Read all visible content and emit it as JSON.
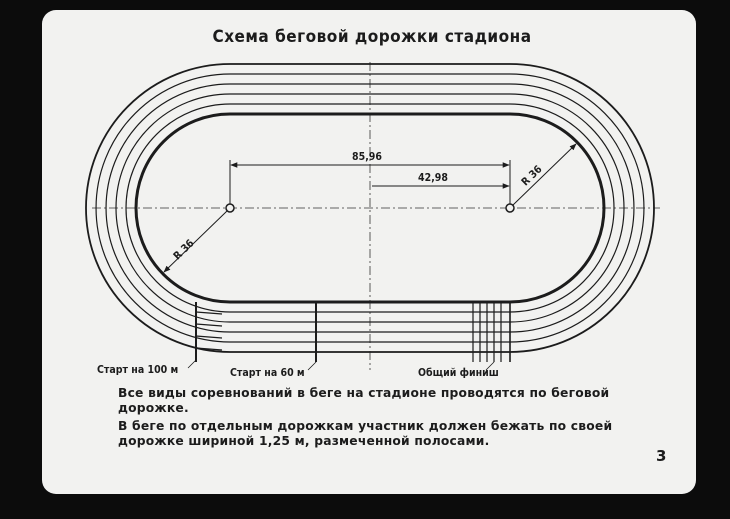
{
  "title": "Схема беговой дорожки стадиона",
  "dimensions": {
    "straight_length": "85,96",
    "half_length": "42,98",
    "radius_left": "R 36",
    "radius_right": "R 36"
  },
  "labels": {
    "start_100": "Старт на 100 м",
    "start_60": "Старт на 60 м",
    "finish": "Общий финиш"
  },
  "paragraphs": [
    "Все виды соревнований в беге на стадионе проводятся по беговой дорожке.",
    "В беге по отдельным дорожкам участник должен бежать по своей дорожке шириной 1,25 м, размеченной полосами."
  ],
  "page_number": "3",
  "lane_count": 5
}
